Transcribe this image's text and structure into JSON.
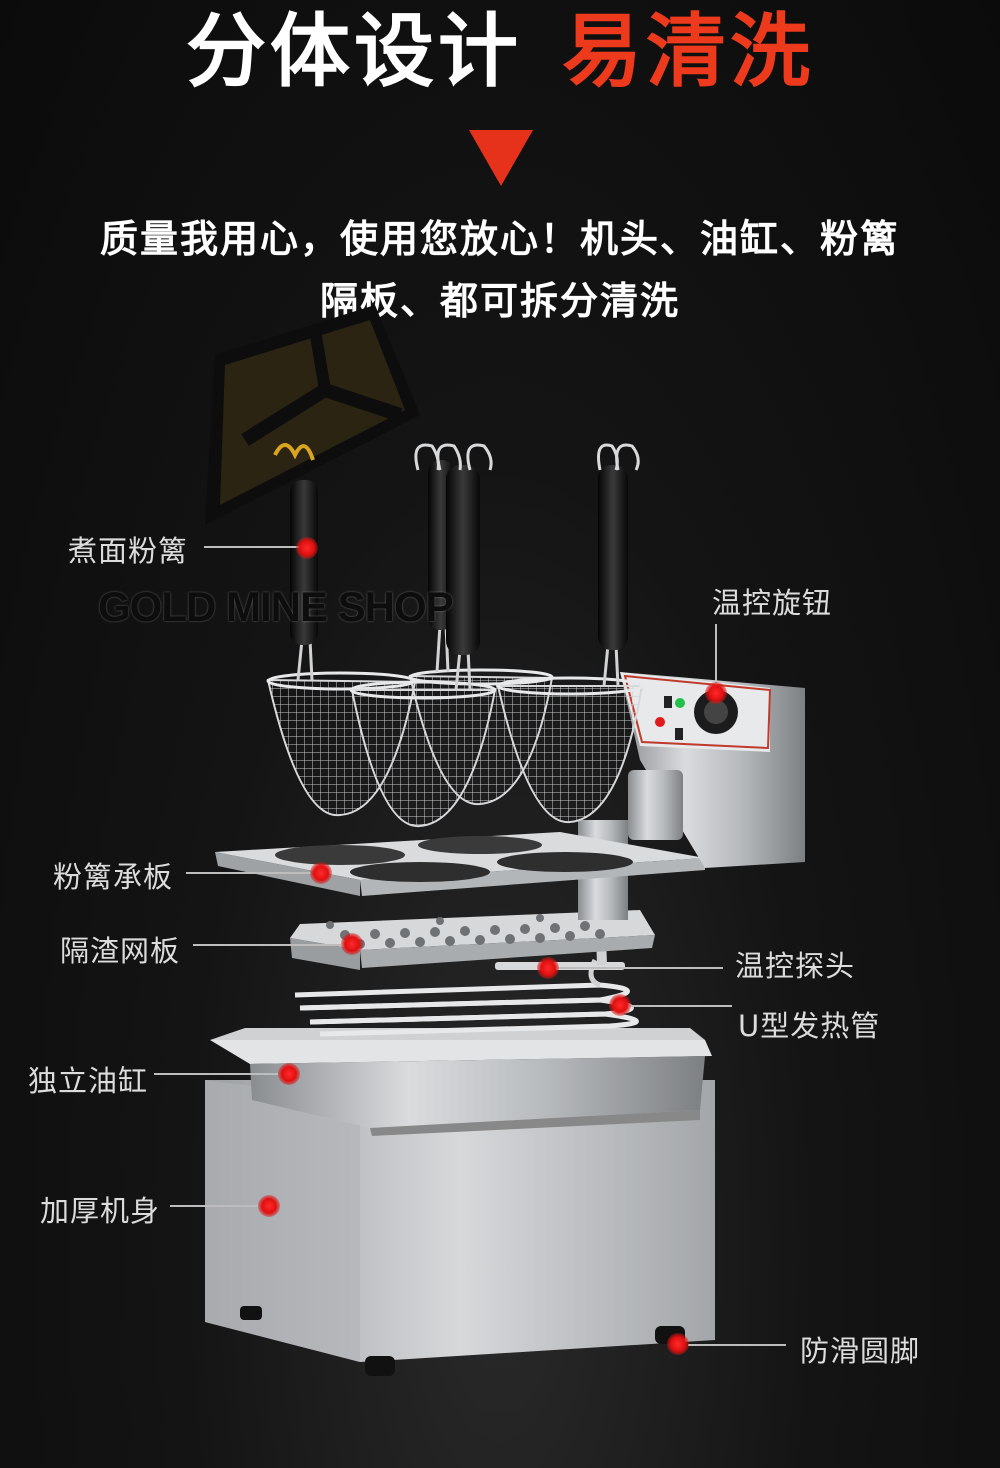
{
  "headline": {
    "part1": "分体设计",
    "part2": "易清洗"
  },
  "subtitle": {
    "line1": "质量我用心，使用您放心！机头、油缸、粉篱",
    "line2": "隔板、都可拆分清洗"
  },
  "watermark": {
    "text": "GOLD MINE SHOP"
  },
  "callouts": {
    "noodle_basket": "煮面粉篱",
    "temp_knob": "温控旋钮",
    "basket_plate": "粉篱承板",
    "residue_screen": "隔渣网板",
    "temp_probe": "温控探头",
    "u_heater": "U型发热管",
    "oil_tank": "独立油缸",
    "thick_body": "加厚机身",
    "antislip_feet": "防滑圆脚"
  },
  "colors": {
    "accent_red": "#ee3a1c",
    "dot_red": "#e01010",
    "background": "#0b0b0b"
  },
  "icons": {
    "arrow": "down-triangle-icon",
    "logo": "gold-mine-logo-icon"
  }
}
